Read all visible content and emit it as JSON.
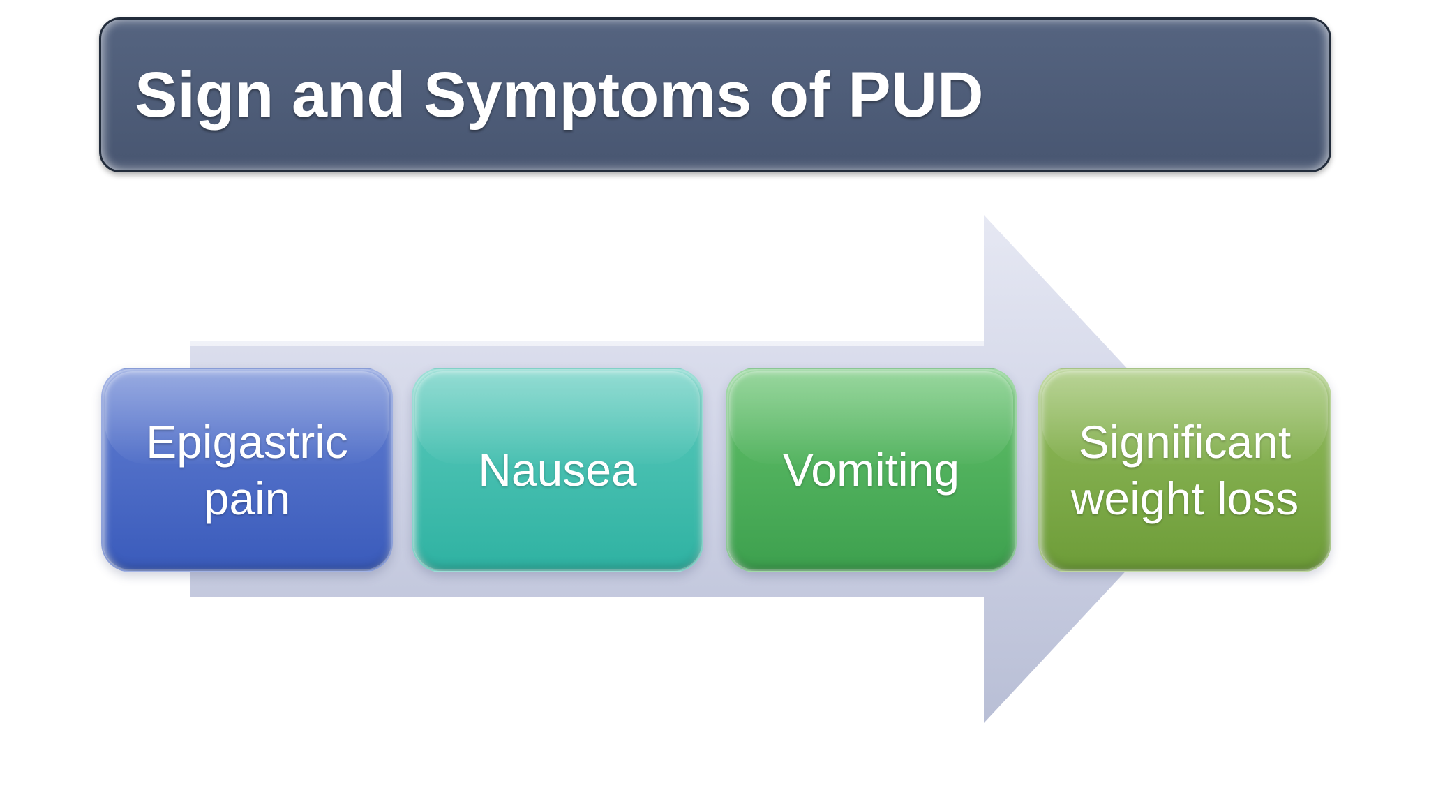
{
  "slide": {
    "background": "#ffffff"
  },
  "title": {
    "text": "Sign and Symptoms of PUD",
    "fill_top": "#556480",
    "fill_bottom": "#485671",
    "text_color": "#ffffff"
  },
  "arrow": {
    "direction": "right",
    "color_top": "#e6e8f3",
    "color_mid": "#cfd3e6",
    "color_bottom": "#b8bed5"
  },
  "symptoms": [
    {
      "label": "Epigastric pain",
      "color_top": "#637fd2",
      "color_bottom": "#3a5bbb"
    },
    {
      "label": "Nausea",
      "color_top": "#5bcabc",
      "color_bottom": "#2fb2a2"
    },
    {
      "label": "Vomiting",
      "color_top": "#63c16b",
      "color_bottom": "#3da04e"
    },
    {
      "label": "Significant weight loss",
      "color_top": "#94bd5f",
      "color_bottom": "#6d9c38"
    }
  ]
}
